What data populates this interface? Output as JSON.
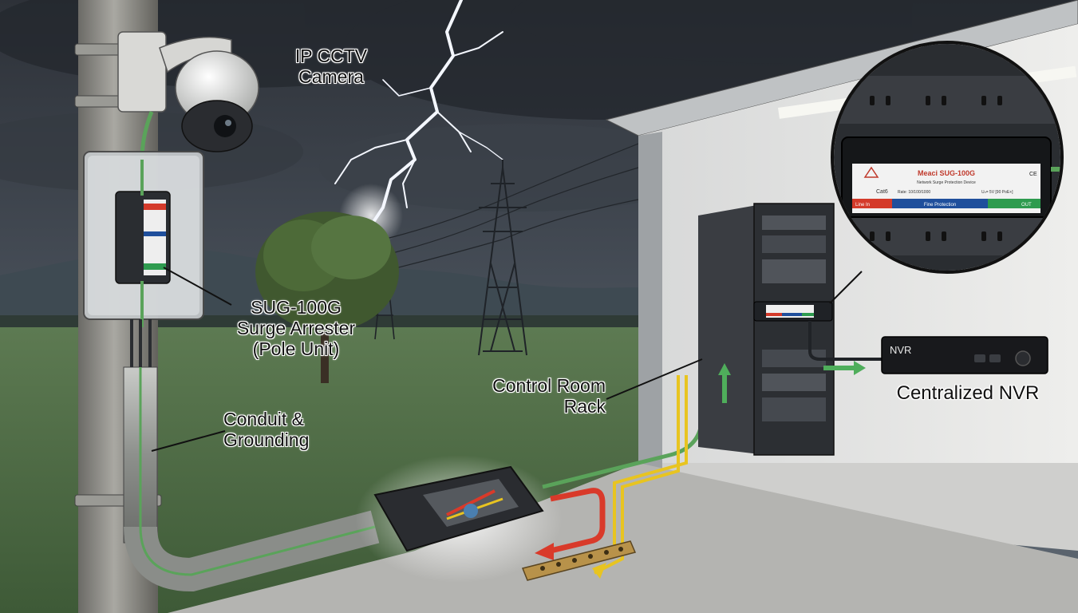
{
  "labels": {
    "camera": [
      "IP CCTV",
      "Camera"
    ],
    "arrester": [
      "SUG-100G",
      "Surge Arrester",
      "(Pole Unit)"
    ],
    "conduit": [
      "Conduit &",
      "Grounding"
    ],
    "rack": [
      "Control Room",
      "Rack"
    ],
    "nvr": "Centralized NVR"
  },
  "nvr_device": {
    "brand": "NVR"
  },
  "zoom_device": {
    "model": "Meaci SUG-100G",
    "subtitle": "Network Surge Protection Device",
    "spec_cat": "Cat6",
    "spec_rate": "Rate: 10/100/1000",
    "spec_power": "Uₙ= 5V [90 PoE+]",
    "ce": "CE",
    "band_in": "Line In",
    "band_mid": "Fine Protection",
    "band_out": "OUT",
    "colors": {
      "band_red": "#d43a2a",
      "band_blue": "#1f4f9c",
      "band_green": "#2e9b4f"
    }
  },
  "colors": {
    "sky": "#3a424b",
    "grass": "#4b6b45",
    "floor": "#c6c6c4",
    "cable_green": "#5aa35a",
    "ground_yellow": "#e8c420",
    "arrow_red": "#d93a2a"
  }
}
